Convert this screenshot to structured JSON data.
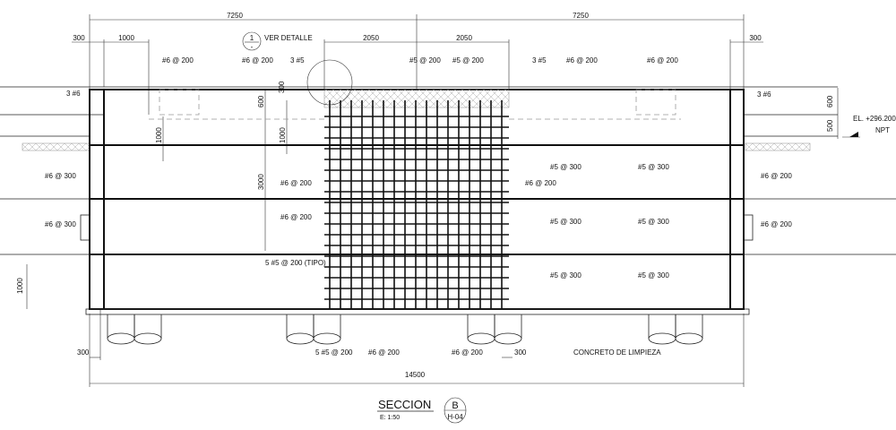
{
  "drawing": {
    "title": "SECCION",
    "scale": "E: 1:50",
    "section_id": "B",
    "sheet_ref": "H-04",
    "detail_ref": {
      "number": "1",
      "sub": "-",
      "label": "VER DETALLE"
    },
    "elevation": {
      "label": "EL. +296.200",
      "ref": "NPT"
    },
    "note_concrete": "CONCRETO DE LIMPIEZA"
  },
  "dimensions": {
    "top_left_span": "7250",
    "top_right_span": "7250",
    "left_offset": "300",
    "left_width": "1000",
    "center_left": "2050",
    "center_right": "2050",
    "right_offset": "300",
    "left_v_600": "600",
    "left_v_300": "300",
    "left_v_1000_a": "1000",
    "left_v_1000_b": "1000",
    "left_v_3000": "3000",
    "right_v_600": "600",
    "right_v_500": "500",
    "far_left_1000": "1000",
    "bottom_left_300": "300",
    "bottom_right_300": "300",
    "total": "14500"
  },
  "rebar_labels": {
    "top": [
      "#6 @ 200",
      "#6 @ 200",
      "3 #5",
      "#5 @ 200",
      "#5 @ 200",
      "3 #5",
      "#6 @ 200",
      "#6 @ 200"
    ],
    "side_left": "3 #6",
    "side_right": "3 #6",
    "mid": [
      "#6 @ 300",
      "#6 @ 200",
      "#6 @ 200",
      "#5 @ 300",
      "#5 @ 300",
      "#6 @ 200",
      "#6 @ 300",
      "#6 @ 200",
      "#5 @ 300",
      "#5 @ 300",
      "#6 @ 200",
      "5 #5 @ 200 (TIPO)",
      "#5 @ 300",
      "#5 @ 300"
    ],
    "bottom": [
      "5 #5 @ 200",
      "#6 @ 200",
      "#6 @ 200"
    ]
  }
}
